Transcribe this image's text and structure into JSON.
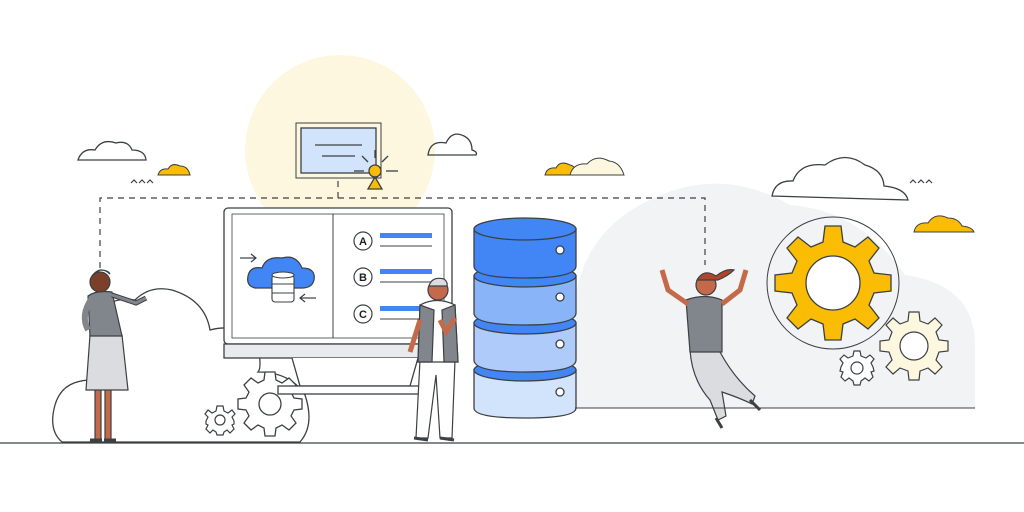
{
  "illustration": {
    "options": [
      {
        "letter": "A"
      },
      {
        "letter": "B"
      },
      {
        "letter": "C"
      }
    ]
  },
  "colors": {
    "outline": "#3c4043",
    "blue_primary": "#4285f4",
    "blue_light": "#aecbfa",
    "blue_pale": "#d2e3fc",
    "yellow": "#fbbc04",
    "yellow_pale": "#fef7e0",
    "gray_cloud": "#f1f3f4",
    "gray_shirt": "#80868b",
    "gray_pants": "#dadce0",
    "skin_dark": "#7b3f2a",
    "skin_medium": "#c46a4a",
    "hair_red": "#b1442a"
  },
  "icons": [
    "cloud-icon",
    "gear-icon",
    "database-icon",
    "certificate-icon",
    "arrow-right-icon",
    "arrow-left-icon",
    "sparkle-icon"
  ]
}
